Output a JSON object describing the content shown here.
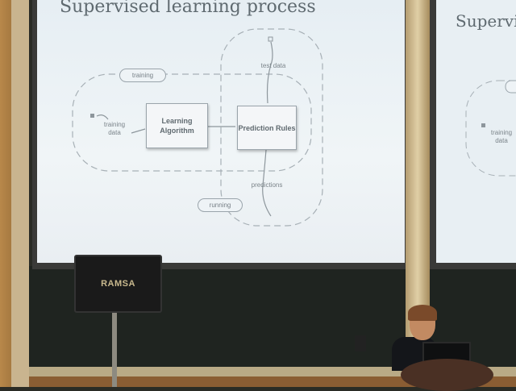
{
  "slide_main": {
    "title": "Supervised learning process",
    "boxes": {
      "learning": "Learning Algorithm",
      "prediction": "Prediction Rules"
    },
    "pills": {
      "training": "training",
      "running": "running"
    },
    "labels": {
      "training_data": "training data",
      "test_data": "test data",
      "predictions": "predictions"
    }
  },
  "slide_side": {
    "title": "Supervis",
    "label": "training data"
  },
  "speaker": {
    "logo": "RAMSA"
  }
}
